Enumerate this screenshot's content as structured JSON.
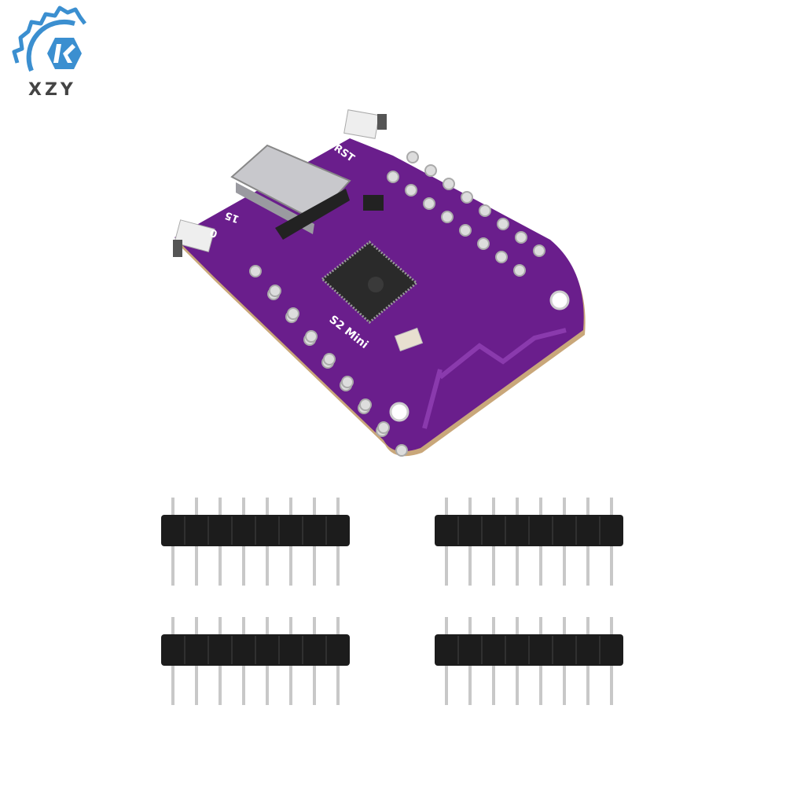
{
  "logo": {
    "text": "XZY",
    "color": "#3b8fd0",
    "text_color": "#444444"
  },
  "board": {
    "color": "#6a1e8c",
    "silkscreen": {
      "rst": "RST",
      "pin15": "15",
      "pin0": "0",
      "model": "S2 Mini"
    }
  },
  "pin_headers": {
    "count": 4,
    "pins_per_header": 8
  }
}
